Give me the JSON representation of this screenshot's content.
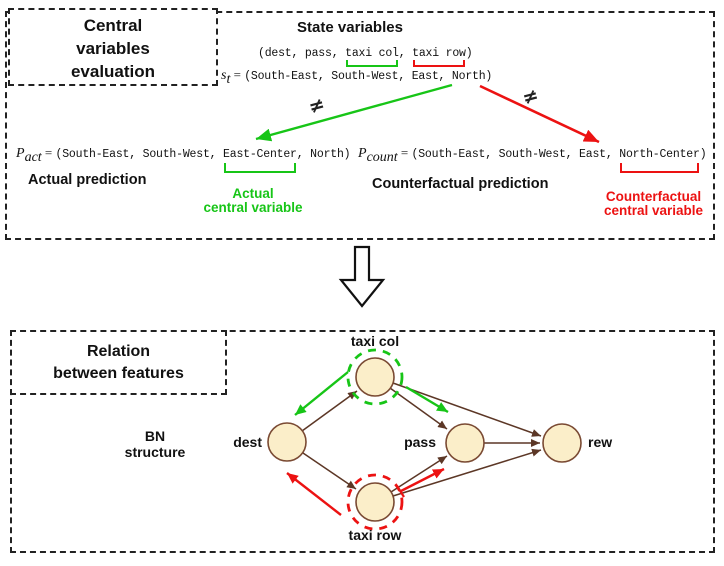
{
  "figure": {
    "top_panel": {
      "title_lines": [
        "Central",
        "variables",
        "evaluation"
      ],
      "state_heading": "State variables",
      "state_tuple": {
        "prefix": "(dest, pass, ",
        "actual_var": "taxi col",
        "separator": ", ",
        "counterfactual_var": "taxi row",
        "suffix": ")"
      },
      "state_eq": {
        "var": "s",
        "sub": "t",
        "eq": " = ",
        "tuple": "(South-East, South-West, East, North)"
      },
      "neq_symbol": "≠",
      "actual_eq": {
        "var": "P",
        "sub": "act",
        "eq": " = ",
        "prefix": "(South-East, South-West, ",
        "central": "East-Center",
        "suffix": ", North)"
      },
      "counterfactual_eq": {
        "var": "P",
        "sub": "count",
        "eq": " = ",
        "prefix": "(South-East, South-West, East, ",
        "central": "North-Center",
        "suffix": ")"
      },
      "actual_prediction_label": "Actual prediction",
      "counterfactual_prediction_label": "Counterfactual prediction",
      "actual_central_lines": [
        "Actual",
        "central variable"
      ],
      "counterfactual_central_lines": [
        "Counterfactual",
        "central variable"
      ]
    },
    "bottom_panel": {
      "title_lines": [
        "Relation",
        "between features"
      ],
      "bn_label_lines": [
        "BN",
        "structure"
      ],
      "nodes": {
        "taxi_col": "taxi col",
        "dest": "dest",
        "pass": "pass",
        "rew": "rew",
        "taxi_row": "taxi row"
      },
      "edges": [
        {
          "from": "dest",
          "to": "taxi col",
          "type": "bn"
        },
        {
          "from": "taxi col",
          "to": "pass",
          "type": "bn"
        },
        {
          "from": "taxi col",
          "to": "rew",
          "type": "bn"
        },
        {
          "from": "dest",
          "to": "taxi row",
          "type": "bn"
        },
        {
          "from": "taxi row",
          "to": "pass",
          "type": "bn"
        },
        {
          "from": "taxi row",
          "to": "rew",
          "type": "bn"
        },
        {
          "from": "pass",
          "to": "rew",
          "type": "bn"
        },
        {
          "from": "taxi col",
          "to": "dest",
          "type": "actual-influence"
        },
        {
          "from": "taxi col",
          "to": "pass",
          "type": "actual-influence"
        },
        {
          "from": "taxi row",
          "to": "dest",
          "type": "counterfactual-influence"
        },
        {
          "from": "taxi row",
          "to": "pass",
          "type": "counterfactual-influence"
        }
      ]
    },
    "colors": {
      "actual_green": "#17c517",
      "counterfactual_red": "#ec1212",
      "node_fill": "#fbeec9",
      "node_border": "#7a4a33",
      "edge_brown": "#5c3726"
    }
  }
}
